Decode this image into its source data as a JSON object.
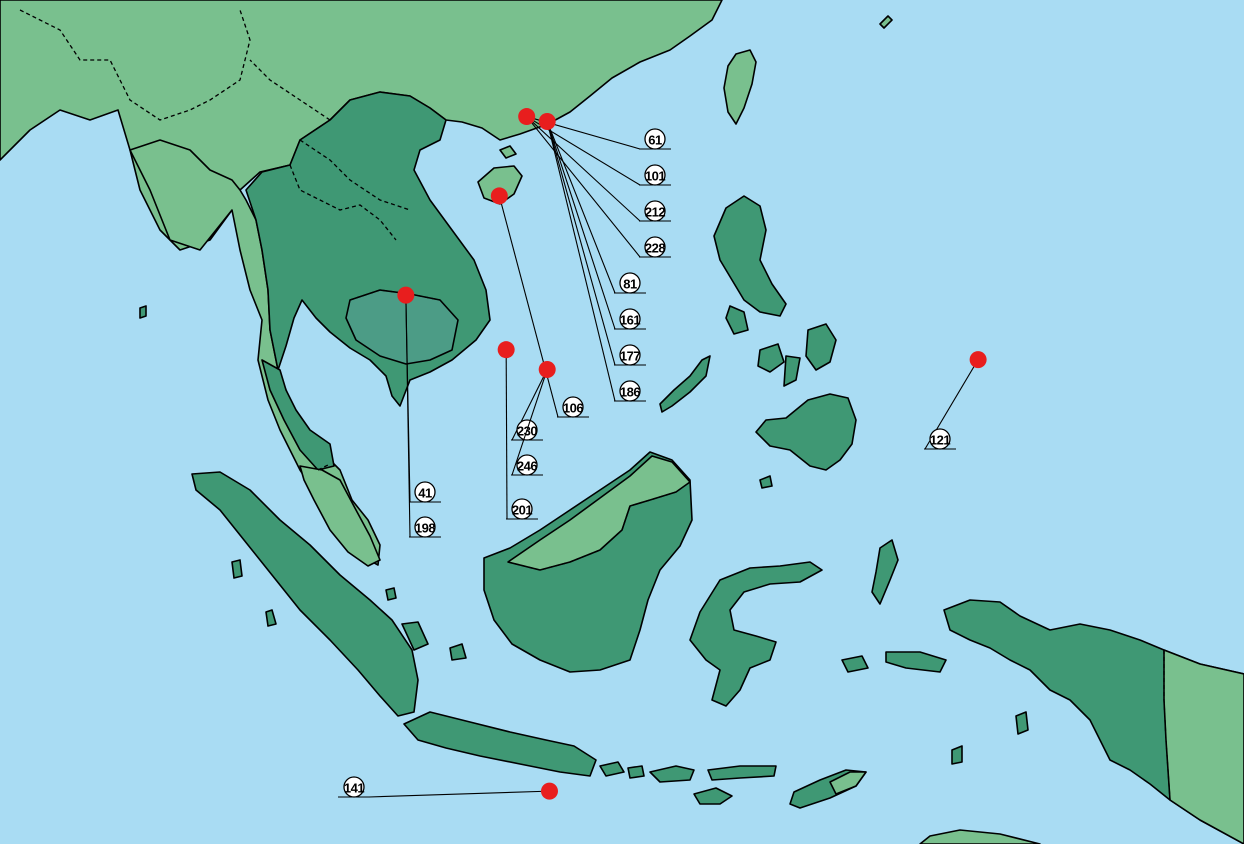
{
  "colors": {
    "sea": "#a9dcf3",
    "land_light": "#79c08e",
    "land_dark": "#3f9874",
    "land_mid": "#4c9c86",
    "marker": "#e81e1e"
  },
  "markers": [
    {
      "id": "m1",
      "lon": 105.8,
      "lat": 21.0,
      "labels": [
        "61",
        "101",
        "212",
        "228"
      ]
    },
    {
      "id": "m2",
      "lon": 106.7,
      "lat": 20.8,
      "labels": [
        "81",
        "161",
        "177",
        "186"
      ]
    },
    {
      "id": "m3",
      "lon": 104.6,
      "lat": 17.8,
      "labels": [
        "106"
      ]
    },
    {
      "id": "m4",
      "lon": 100.5,
      "lat": 13.8,
      "labels": [
        "41",
        "198"
      ]
    },
    {
      "id": "m5",
      "lon": 104.9,
      "lat": 11.6,
      "labels": [
        "201"
      ]
    },
    {
      "id": "m6",
      "lon": 106.7,
      "lat": 10.8,
      "labels": [
        "230",
        "246"
      ]
    },
    {
      "id": "m7",
      "lon": 125.6,
      "lat": 11.2,
      "labels": [
        "121"
      ]
    },
    {
      "id": "m8",
      "lon": 106.8,
      "lat": -6.2,
      "labels": [
        "141"
      ]
    }
  ]
}
